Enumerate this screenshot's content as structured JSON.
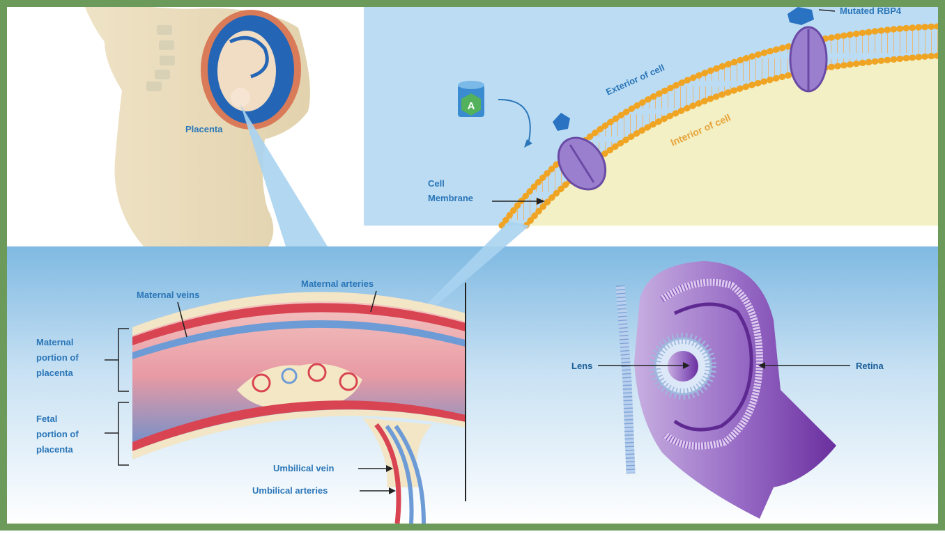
{
  "labels": {
    "placenta": "Placenta",
    "cell_membrane_1": "Cell",
    "cell_membrane_2": "Membrane",
    "exterior_of_cell": "Exterior of cell",
    "interior_of_cell": "Interior of cell",
    "mutated_rbp4": "Mutated RBP4",
    "vitamin_a": "A",
    "maternal_veins": "Maternal veins",
    "maternal_arteries": "Maternal arteries",
    "maternal_portion_1": "Maternal",
    "maternal_portion_2": "portion of",
    "maternal_portion_3": "placenta",
    "fetal_portion_1": "Fetal",
    "fetal_portion_2": "portion of",
    "fetal_portion_3": "placenta",
    "umbilical_vein": "Umbilical vein",
    "umbilical_arteries": "Umbilical arteries",
    "lens": "Lens",
    "retina": "Retina"
  },
  "colors": {
    "frame": "#6b9a5a",
    "label_blue": "#2a76b8",
    "interior_orange": "#e8a33a",
    "artery_red": "#d8404f",
    "vein_blue": "#5b8fd0",
    "receptor_purple": "#8a6bc0",
    "eye_purple": "#7a3ea8"
  }
}
